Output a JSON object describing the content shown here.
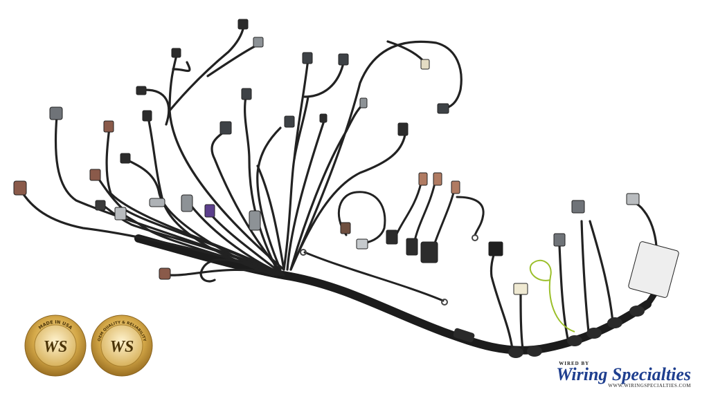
{
  "badges": [
    {
      "arc_text": "MADE IN USA",
      "initials": "WS"
    },
    {
      "arc_text": "OEM QUALITY & RELIABILITY",
      "initials": "WS"
    }
  ],
  "brand": {
    "small_text": "WIRED BY",
    "name": "Wiring Specialties",
    "url": "WWW.WIRINGSPECIALTIES.COM"
  },
  "colors": {
    "wire": "#1c1c1c",
    "connector_gray": "#6f7378",
    "connector_brown": "#8a5a4a",
    "connector_tan": "#b07b62",
    "gold": "#c79a3a",
    "brand_blue": "#1f3f8f"
  }
}
